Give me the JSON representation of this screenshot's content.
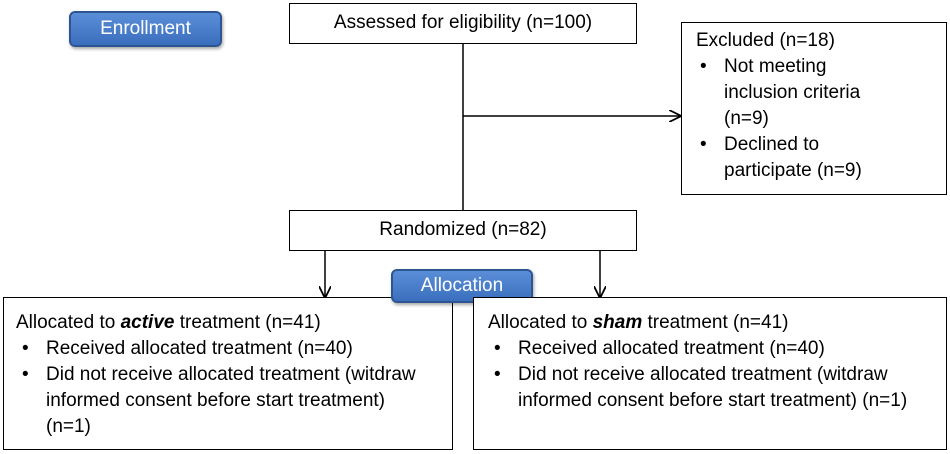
{
  "badges": {
    "enrollment": "Enrollment",
    "allocation": "Allocation"
  },
  "assessed": "Assessed for eligibility (n=100)",
  "excluded": {
    "title": "Excluded (n=18)",
    "items": [
      "Not meeting inclusion criteria (n=9)",
      "Declined to participate (n=9)"
    ]
  },
  "randomized": "Randomized (n=82)",
  "active_arm": {
    "prefix": "Allocated to ",
    "emphasis": "active",
    "suffix": " treatment (n=41)",
    "items": [
      "Received allocated treatment (n=40)",
      "Did not receive allocated treatment (witdraw informed consent before start treatment) (n=1)"
    ]
  },
  "sham_arm": {
    "prefix": "Allocated to ",
    "emphasis": "sham",
    "suffix": " treatment (n=41)",
    "items": [
      "Received allocated treatment (n=40)",
      "Did not receive allocated treatment (witdraw informed consent before start treatment) (n=1)"
    ]
  }
}
